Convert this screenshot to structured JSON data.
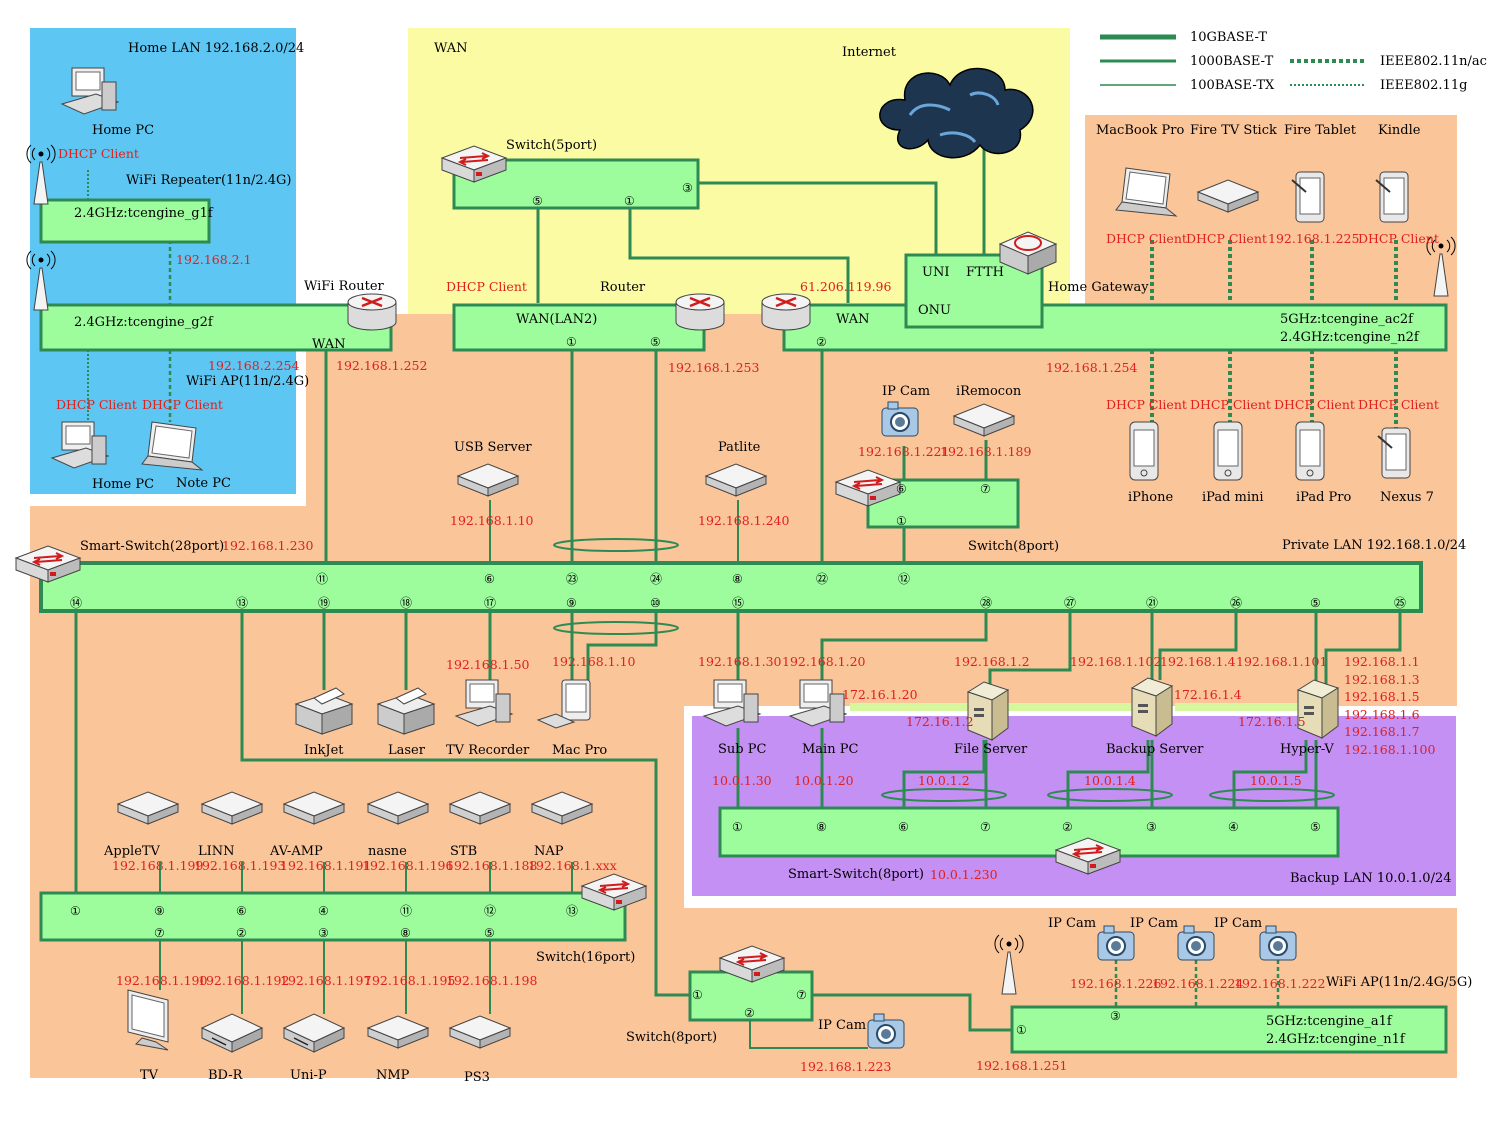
{
  "legend": {
    "l10g": "10GBASE-T",
    "l1000": "1000BASE-T",
    "l100": "100BASE-TX",
    "wifi_ac": "IEEE802.11n/ac",
    "wifi_g": "IEEE802.11g"
  },
  "zones": {
    "home_lan": "Home LAN 192.168.2.0/24",
    "wan": "WAN",
    "private_lan": "Private LAN 192.168.1.0/24",
    "backup_lan": "Backup LAN 10.0.1.0/24"
  },
  "devices": {
    "internet": "Internet",
    "home_pc_top": "Home PC",
    "wifi_repeater": "WiFi Repeater(11n/2.4G)",
    "repeater_ssid": "2.4GHz:tcengine_g1f",
    "wifi_router": "WiFi Router",
    "router_ssid": "2.4GHz:tcengine_g2f",
    "router_wan": "WAN",
    "wifi_ap_home": "WiFi AP(11n/2.4G)",
    "home_pc_bottom": "Home PC",
    "note_pc": "Note PC",
    "switch5": "Switch(5port)",
    "router": "Router",
    "router_wan_lan2": "WAN(LAN2)",
    "gw_wan": "WAN",
    "uni": "UNI",
    "ftth": "FTTH",
    "onu": "ONU",
    "home_gateway": "Home Gateway",
    "gw_ssid_5g": "5GHz:tcengine_ac2f",
    "gw_ssid_24g": "2.4GHz:tcengine_n2f",
    "macbook": "MacBook Pro",
    "fire_tv": "Fire TV Stick",
    "fire_tablet": "Fire Tablet",
    "kindle": "Kindle",
    "iphone": "iPhone",
    "ipad_mini": "iPad mini",
    "ipad_pro": "iPad Pro",
    "nexus7": "Nexus 7",
    "ip_cam_top": "IP Cam",
    "iremocon": "iRemocon",
    "switch8_top": "Switch(8port)",
    "usb_server": "USB Server",
    "patlite": "Patlite",
    "smart28": "Smart-Switch(28port)",
    "inkjet": "InkJet",
    "laser": "Laser",
    "tv_recorder": "TV Recorder",
    "mac_pro": "Mac Pro",
    "sub_pc": "Sub PC",
    "main_pc": "Main PC",
    "file_server": "File Server",
    "backup_server": "Backup Server",
    "hyperv": "Hyper-V",
    "smart8": "Smart-Switch(8port)",
    "apple_tv": "AppleTV",
    "linn": "LINN",
    "av_amp": "AV-AMP",
    "nasne": "nasne",
    "stb": "STB",
    "nap": "NAP",
    "switch16": "Switch(16port)",
    "tv": "TV",
    "bdr": "BD-R",
    "unip": "Uni-P",
    "nmp": "NMP",
    "ps3": "PS3",
    "switch8_bottom": "Switch(8port)",
    "ip_cam_bottom": "IP Cam",
    "ip_cam_a": "IP Cam",
    "ip_cam_b": "IP Cam",
    "ip_cam_c": "IP Cam",
    "wifi_ap_bottom": "WiFi AP(11n/2.4G/5G)",
    "ap_ssid_5g": "5GHz:tcengine_a1f",
    "ap_ssid_24g": "2.4GHz:tcengine_n1f"
  },
  "addresses": {
    "dhcp": "DHCP Client",
    "ip_2_1": "192.168.2.1",
    "ip_2_254": "192.168.2.254",
    "ip_252": "192.168.1.252",
    "ip_253": "192.168.1.253",
    "ip_wan_gw": "61.206.119.96",
    "ip_254": "192.168.1.254",
    "ip_225": "192.168.1.225",
    "ip_221": "192.168.1.221",
    "ip_189": "192.168.1.189",
    "ip_10": "192.168.1.10",
    "ip_240": "192.168.1.240",
    "ip_230": "192.168.1.230",
    "ip_50": "192.168.1.50",
    "ip_mac": "192.168.1.10",
    "ip_30": "192.168.1.30",
    "ip_20": "192.168.1.20",
    "ip_2": "192.168.1.2",
    "ip_102": "192.168.1.102",
    "ip_4": "192.168.1.4",
    "ip_101": "192.168.1.101",
    "ip_hv1": "192.168.1.1",
    "ip_hv3": "192.168.1.3",
    "ip_hv5": "192.168.1.5",
    "ip_hv6": "192.168.1.6",
    "ip_hv7": "192.168.1.7",
    "ip_hv100": "192.168.1.100",
    "ip_172_20": "172.16.1.20",
    "ip_172_2": "172.16.1.2",
    "ip_172_4": "172.16.1.4",
    "ip_172_5": "172.16.1.5",
    "ip_10_30": "10.0.1.30",
    "ip_10_20": "10.0.1.20",
    "ip_10_2": "10.0.1.2",
    "ip_10_4": "10.0.1.4",
    "ip_10_5": "10.0.1.5",
    "ip_10_230": "10.0.1.230",
    "ip_199": "192.168.1.199",
    "ip_193": "192.168.1.193",
    "ip_191": "192.168.1.191",
    "ip_196": "192.168.1.196",
    "ip_188": "192.168.1.188",
    "ip_xxx": "192.168.1.xxx",
    "ip_190": "192.168.1.190",
    "ip_192": "192.168.1.192",
    "ip_197": "192.168.1.197",
    "ip_195": "192.168.1.195",
    "ip_198": "192.168.1.198",
    "ip_223": "192.168.1.223",
    "ip_251": "192.168.1.251",
    "ip_226": "192.168.1.226",
    "ip_224": "192.168.1.224",
    "ip_222": "192.168.1.222"
  },
  "ports": {
    "s5_5": "⑤",
    "s5_1": "①",
    "s5_3": "③",
    "r_1": "①",
    "r_5": "⑤",
    "gw_2": "②",
    "s8t_6": "⑥",
    "s8t_7": "⑦",
    "s8t_1": "①",
    "p11": "⑪",
    "p6": "⑥",
    "p23": "㉓",
    "p24": "㉔",
    "p8": "⑧",
    "p22": "㉒",
    "p12": "⑫",
    "p14": "⑭",
    "p13": "⑬",
    "p19": "⑲",
    "p18": "⑱",
    "p17": "⑰",
    "p9": "⑨",
    "p10": "⑩",
    "p15": "⑮",
    "p28": "㉘",
    "p27": "㉗",
    "p21": "㉑",
    "p26": "㉖",
    "p5": "⑤",
    "p25": "㉕",
    "b1": "①",
    "b8": "⑧",
    "b6": "⑥",
    "b7": "⑦",
    "b2": "②",
    "b3": "③",
    "b4": "④",
    "b5": "⑤",
    "s16_1": "①",
    "s16_9": "⑨",
    "s16_6": "⑥",
    "s16_4": "④",
    "s16_11": "⑪",
    "s16_12": "⑫",
    "s16_13": "⑬",
    "s16_7": "⑦",
    "s16_2": "②",
    "s16_3": "③",
    "s16_8": "⑧",
    "s16_5": "⑤",
    "s8b_1": "①",
    "s8b_7": "⑦",
    "s8b_2": "②",
    "ap_1": "①",
    "ap_3": "③"
  },
  "colors": {
    "bar": "#9dfd9d",
    "line": "#2d8a52",
    "home": "#5ec6f2",
    "wan": "#fbfba4",
    "lan": "#fbc59a",
    "backup": "#c590f4",
    "ip": "#e0201c"
  }
}
